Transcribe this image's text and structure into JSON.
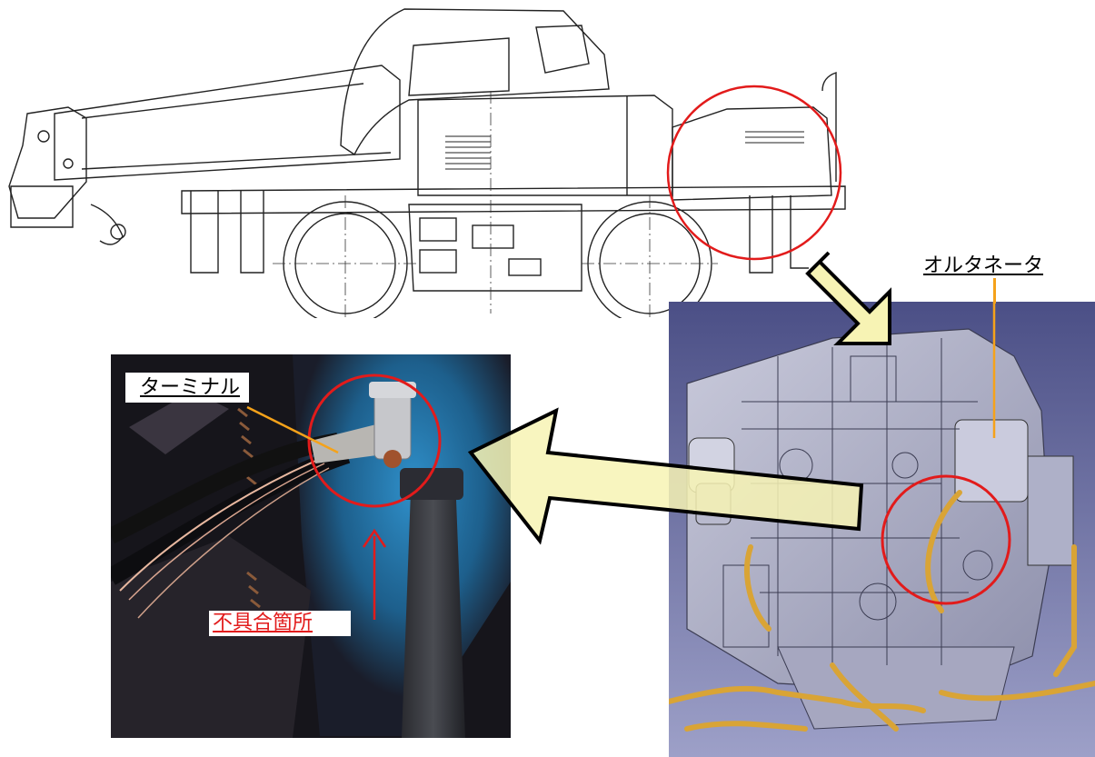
{
  "labels": {
    "terminal": "ターミナル",
    "defect_location": "不具合箇所",
    "alternator": "オルタネータ"
  },
  "colors": {
    "highlight_circle": "#e21b1b",
    "leader_line": "#f5a21a",
    "arrow_fill": "#f7f3b4",
    "engine_background": "#5a5e90",
    "engine_body": "#a8a9c4",
    "hose": "#d9a436",
    "photo_dark": "#1c1b22",
    "photo_blue": "#1d74a8"
  },
  "icons": {
    "crane": "crane-side-view",
    "engine": "engine-cad-view",
    "photo": "terminal-closeup-photo"
  }
}
